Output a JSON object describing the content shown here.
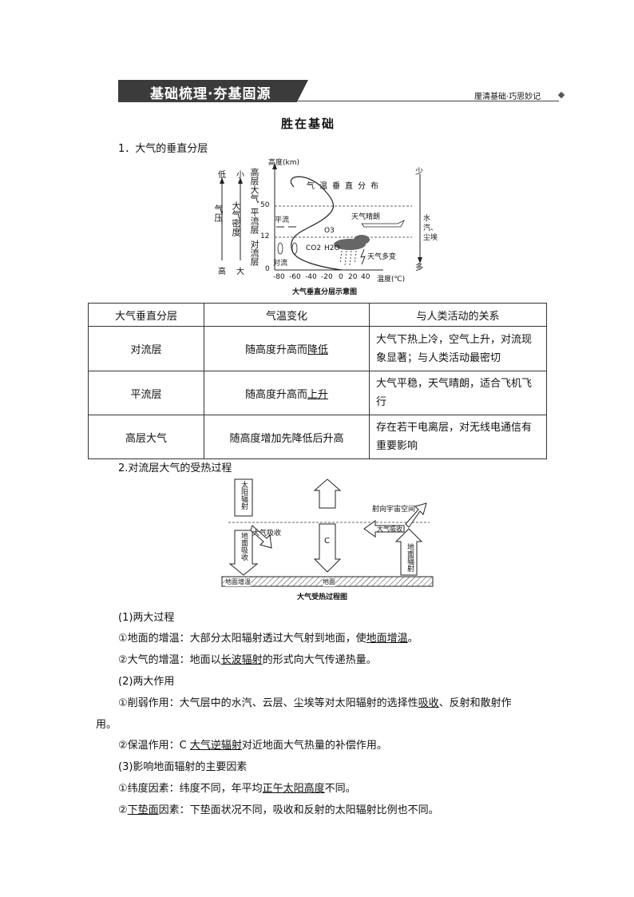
{
  "header": {
    "banner": "基础梳理·夯基固源",
    "right": "厘清基础·巧思妙记",
    "subtitle": "胜在基础"
  },
  "section1": {
    "title": "1．大气的垂直分层",
    "diagram": {
      "caption": "大气垂直分层示意图",
      "yaxis_label": "高度(km)",
      "xaxis_label": "温度(℃)",
      "x_ticks": [
        "-80",
        "-60",
        "-40",
        "-20",
        "0",
        "20",
        "40"
      ],
      "y_ticks": [
        "50",
        "12",
        "0"
      ],
      "low": "低",
      "high": "高",
      "pressure": "气压",
      "small": "小",
      "big": "大",
      "density": "大气密度",
      "layer_high": "高层大气",
      "layer_strat": "平流层",
      "layer_trop": "对流层",
      "curve_label": "气温垂直分布",
      "flow_strat": "平流",
      "flow_trop": "对流",
      "o3": "O3",
      "co2": "CO2",
      "h2o": "H2O",
      "weather_clear": "天气晴朗",
      "weather_varied": "天气多变",
      "few": "少",
      "many": "多",
      "vapor": "水汽、尘埃"
    },
    "table": {
      "headers": [
        "大气垂直分层",
        "气温变化",
        "与人类活动的关系"
      ],
      "rows": [
        {
          "layer": "对流层",
          "temp_pre": "随高度升高而",
          "temp_key": "降低",
          "relation": "大气下热上冷，空气上升，对流现象显著；与人类活动最密切"
        },
        {
          "layer": "平流层",
          "temp_pre": "随高度升高而",
          "temp_key": "上升",
          "relation": "大气平稳，天气晴朗，适合飞机飞行"
        },
        {
          "layer": "高层大气",
          "temp_pre": "随高度增加先降低后升高",
          "temp_key": "",
          "relation": "存在若干电离层，对无线电通信有重要影响"
        }
      ]
    }
  },
  "section2": {
    "title": "2.对流层大气的受热过程",
    "diagram": {
      "caption": "大气受热过程图",
      "solar": "太阳辐射",
      "ground_absorb": "地面吸收",
      "atm_absorb1": "大气吸收",
      "atm_absorb2": "大气吸收",
      "c": "C",
      "to_space": "射向宇宙空间",
      "ground_rad": "地面辐射",
      "ground_warm": "地面增温",
      "ground": "地面"
    },
    "p1_title": "(1)两大过程",
    "p1a_pre": "①地面的增温：大部分太阳辐射透过大气射到地面，使",
    "p1a_key": "地面增温",
    "p1a_post": "。",
    "p1b_pre": "②大气的增温：地面以",
    "p1b_key": "长波辐射",
    "p1b_post": "的形式向大气传递热量。",
    "p2_title": "(2)两大作用",
    "p2a_pre": "①削弱作用：大气层中的水汽、云层、尘埃等对太阳辐射的选择性",
    "p2a_key": "吸收",
    "p2a_post": "、反射和散射作",
    "p2a_cont": "用。",
    "p2b_pre": "②保温作用：C ",
    "p2b_key": "大气逆辐射",
    "p2b_post": "对近地面大气热量的补偿作用。",
    "p3_title": "(3)影响地面辐射的主要因素",
    "p3a_pre": "①纬度因素：纬度不同，年平均",
    "p3a_key": "正午太阳高度",
    "p3a_post": "不同。",
    "p3b_pre": "②",
    "p3b_key": "下垫面",
    "p3b_post": "因素：下垫面状况不同，吸收和反射的太阳辐射比例也不同。"
  }
}
